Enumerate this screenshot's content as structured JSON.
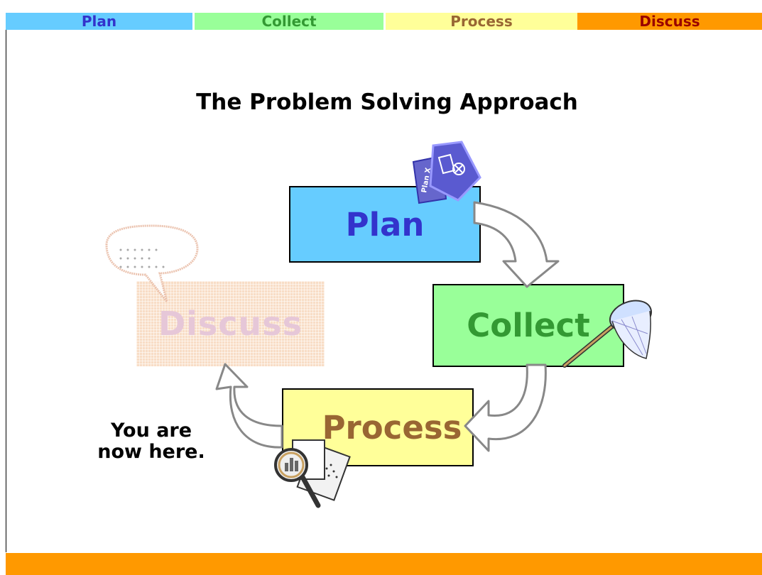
{
  "nav": {
    "tabs": [
      {
        "label": "Plan",
        "color": "#66ccff",
        "text_color": "#3333cc"
      },
      {
        "label": "Collect",
        "color": "#99ff99",
        "text_color": "#339933"
      },
      {
        "label": "Process",
        "color": "#ffff99",
        "text_color": "#996633"
      },
      {
        "label": "Discuss",
        "color": "#ff9900",
        "text_color": "#990000"
      }
    ]
  },
  "title": "The Problem Solving Approach",
  "diagram": {
    "steps": [
      {
        "label": "Plan",
        "icon": "plan-document-icon"
      },
      {
        "label": "Collect",
        "icon": "butterfly-net-icon"
      },
      {
        "label": "Process",
        "icon": "magnifier-chart-icon"
      },
      {
        "label": "Discuss",
        "icon": "speech-bubble-icon",
        "state": "faded"
      }
    ],
    "plan_icon_text": "Plan X",
    "location_note": "You are now here."
  },
  "footer": {
    "color": "#ff9900"
  }
}
